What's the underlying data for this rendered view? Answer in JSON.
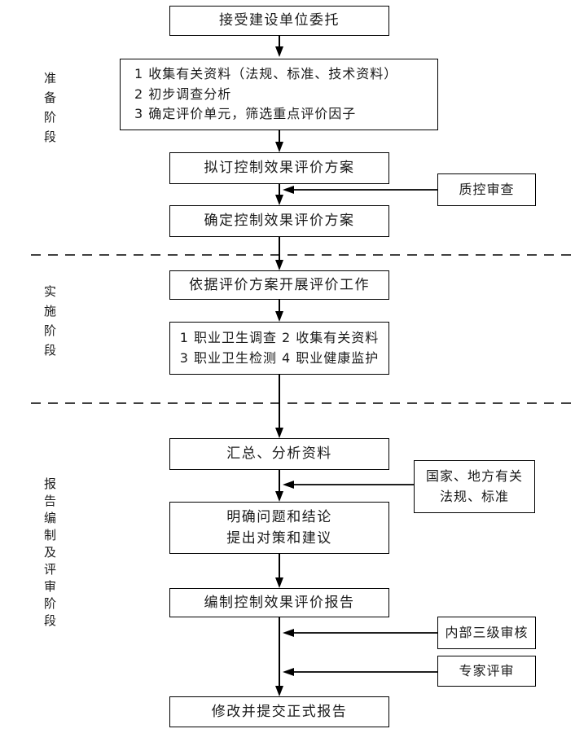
{
  "phases": [
    {
      "label": "准备阶段"
    },
    {
      "label": "实施阶段"
    },
    {
      "label": "报告编制及评审阶段"
    }
  ],
  "flow": {
    "box1": "接受建设单位委托",
    "box2_lines": [
      "1 收集有关资料（法规、标准、技术资料）",
      "2 初步调查分析",
      "3 确定评价单元，筛选重点评价因子"
    ],
    "box3": "拟订控制效果评价方案",
    "box4": "确定控制效果评价方案",
    "box5": "依据评价方案开展评价工作",
    "box6_lines": [
      "1 职业卫生调查 2 收集有关资料",
      "3 职业卫生检测 4 职业健康监护"
    ],
    "box7": "汇总、分析资料",
    "box8_lines": [
      "明确问题和结论",
      "提出对策和建议"
    ],
    "box9": "编制控制效果评价报告",
    "box10": "修改并提交正式报告"
  },
  "side_inputs": {
    "qc_review": "质控审查",
    "regulations_lines": [
      "国家、地方有关",
      "法规、标准"
    ],
    "internal_review": "内部三级审核",
    "expert_review": "专家评审"
  },
  "colors": {
    "line": "#000000",
    "background": "#ffffff",
    "text": "#1a1a1a"
  }
}
